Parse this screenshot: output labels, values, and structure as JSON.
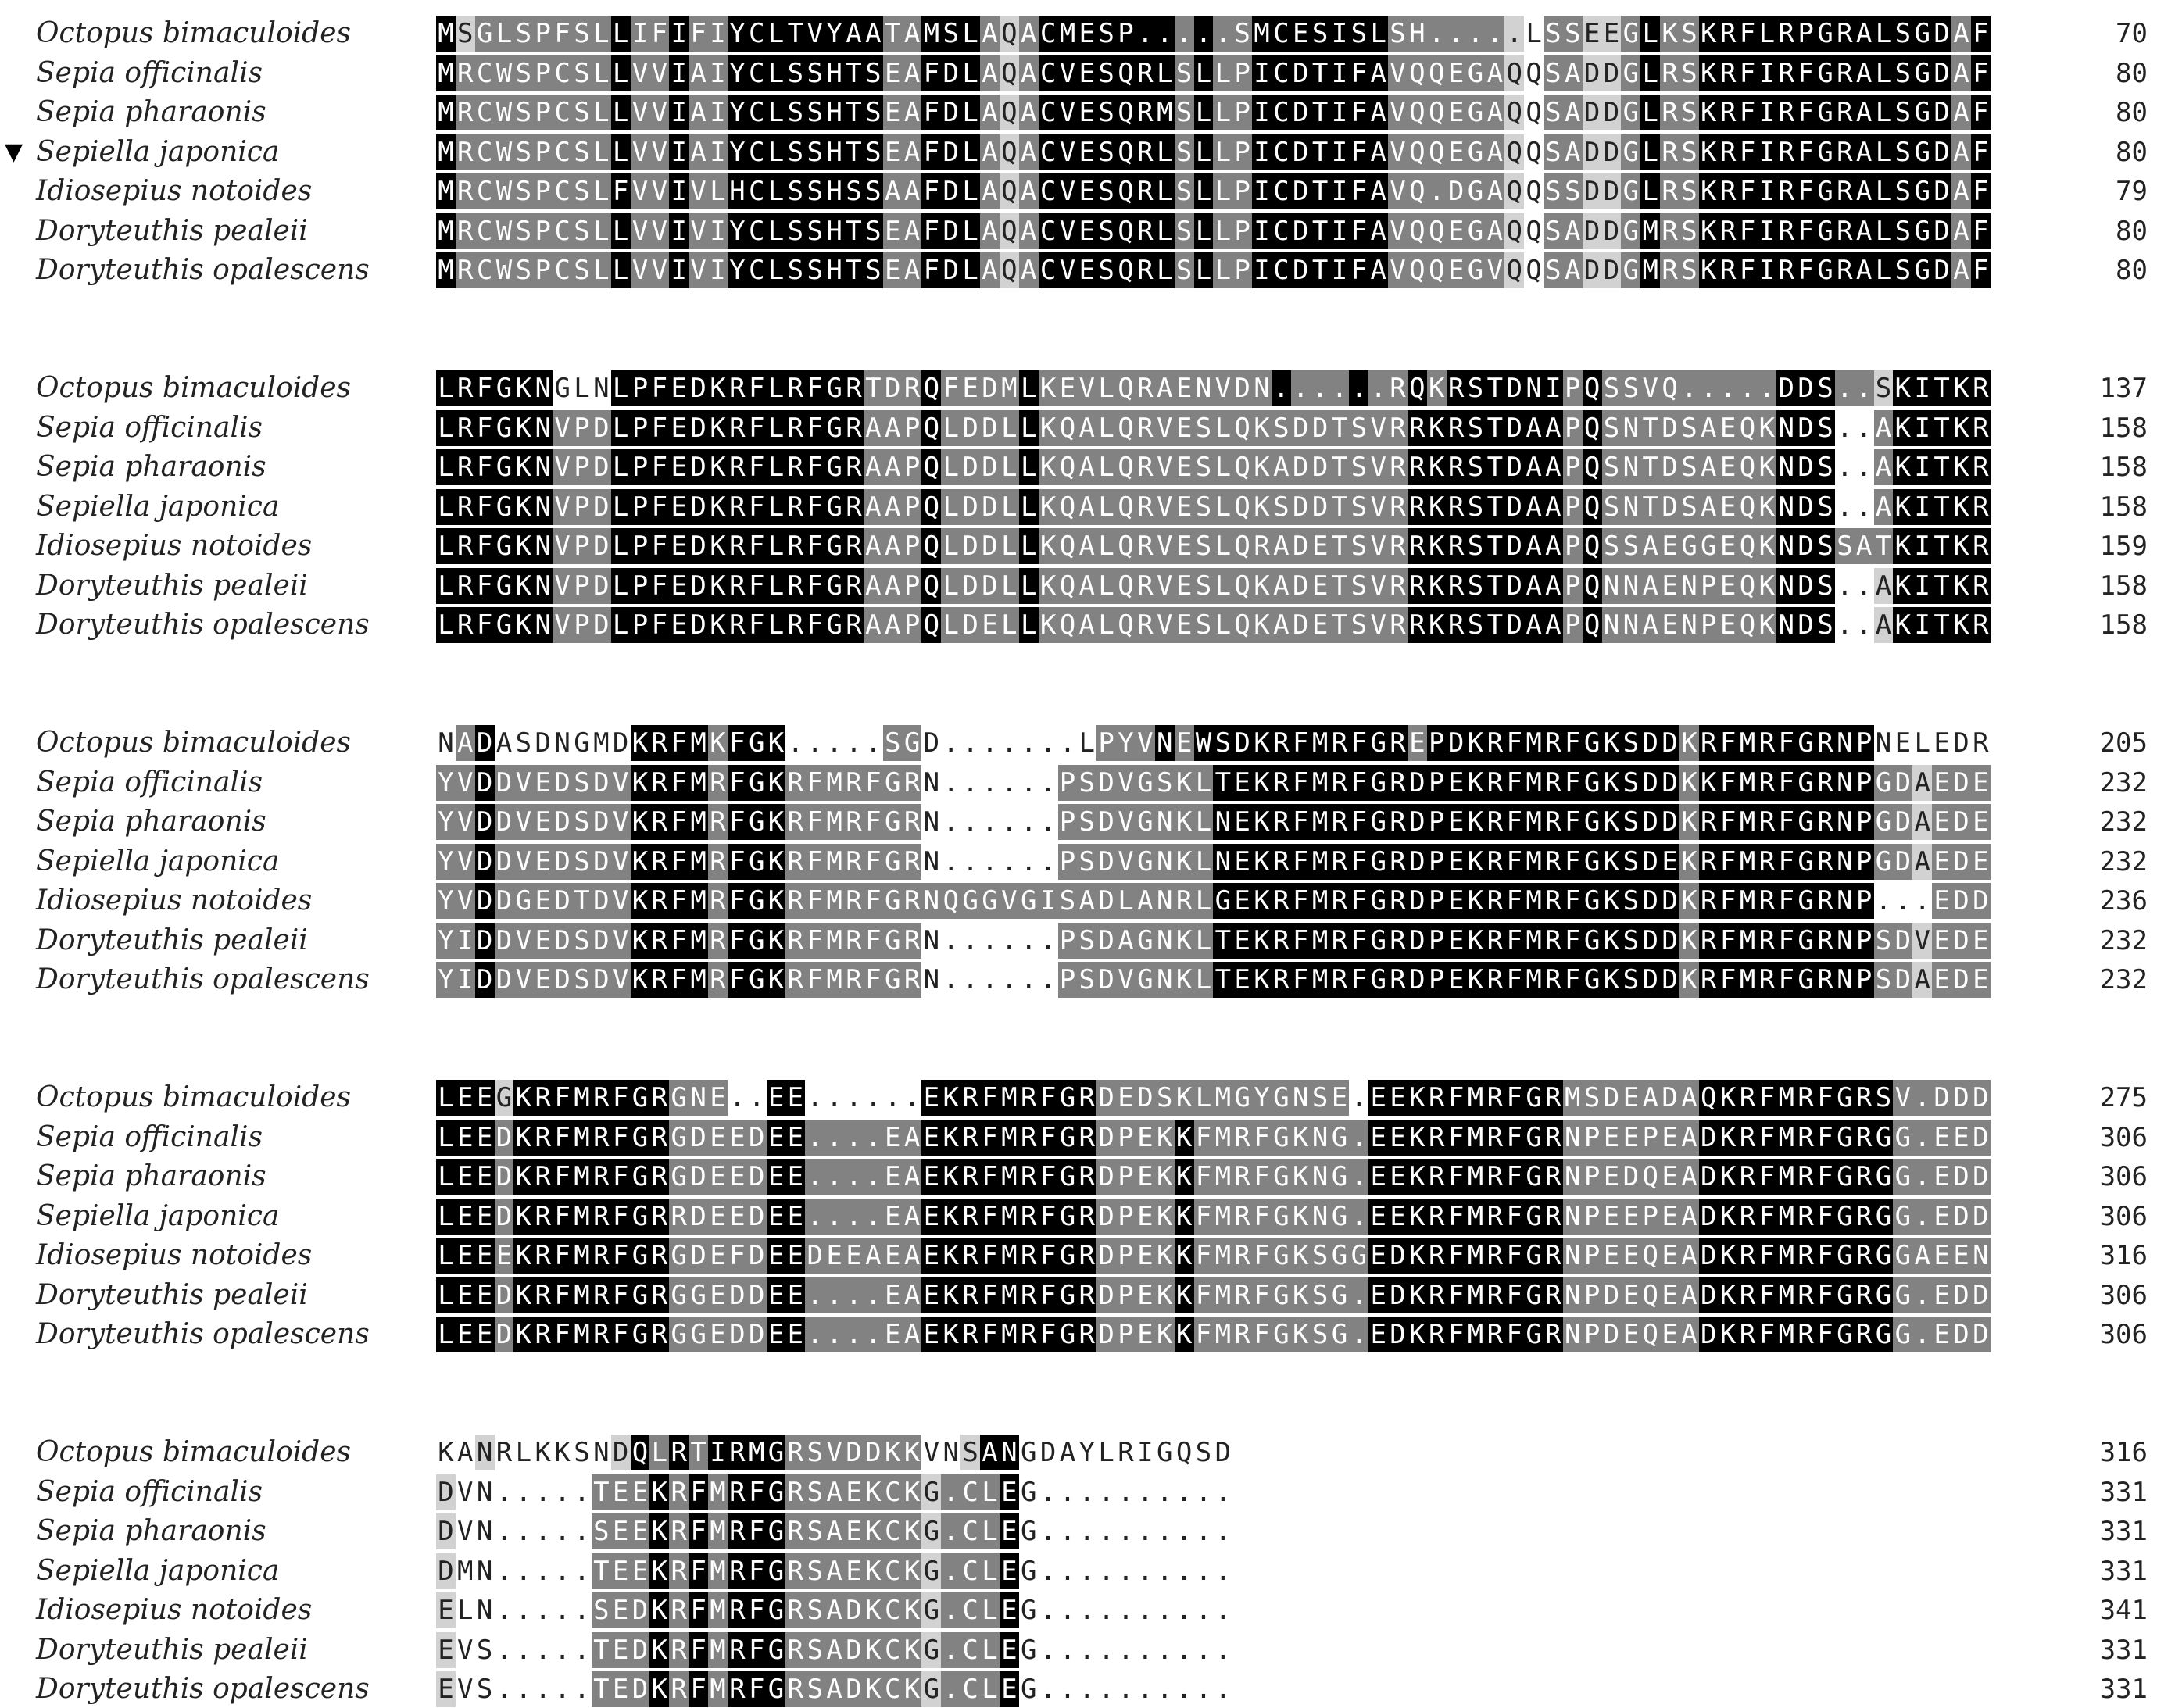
{
  "shading_colors": {
    "0": "#ffffff",
    "1": "#d2d2d2",
    "2": "#828282",
    "3": "#000000"
  },
  "selected_marker": "▼",
  "blocks": [
    {
      "rows": [
        {
          "name": "Octopus bimaculoides",
          "seq": "MSGLSPFSLLIFIFIYCLTVYAATAMSLAQACMESP.....SMCESISLSH.....LSSEEGLKSKRFLRPGRALSGDAF",
          "pos": "70"
        },
        {
          "name": "Sepia officinalis",
          "seq": "MRCWSPCSLLVVIAIYCLSSHTSEAFDLAQACVESQRLSLLPICDTIFAVQQEGAQQSADDGLRSKRFIRFGRALSGDAF",
          "pos": "80"
        },
        {
          "name": "Sepia pharaonis",
          "seq": "MRCWSPCSLLVVIAIYCLSSHTSEAFDLAQACVESQRMSLLPICDTIFAVQQEGAQQSADDGLRSKRFIRFGRALSGDAF",
          "pos": "80"
        },
        {
          "name": "Sepiella japonica",
          "seq": "MRCWSPCSLLVVIAIYCLSSHTSEAFDLAQACVESQRLSLLPICDTIFAVQQEGAQQSADDGLRSKRFIRFGRALSGDAF",
          "pos": "80",
          "selected": true
        },
        {
          "name": "Idiosepius notoides",
          "seq": "MRCWSPCSLFVVIVLHCLSSHSSAAFDLAQACVESQRLSLLPICDTIFAVQ.DGAQQSSDDGLRSKRFIRFGRALSGDAF",
          "pos": "79"
        },
        {
          "name": "Doryteuthis pealeii",
          "seq": "MRCWSPCSLLVVIVIYCLSSHTSEAFDLAQACVESQRLSLLPICDTIFAVQQEGAQQSADDGMRSKRFIRFGRALSGDAF",
          "pos": "80"
        },
        {
          "name": "Doryteuthis opalescens",
          "seq": "MRCWSPCSLLVVIVIYCLSSHTSEAFDLAQACVESQRLSLLPICDTIFAVQQEGVQQSADDGMRSKRFIRFGRALSGDAF",
          "pos": "80"
        }
      ],
      "shading": [
        "31222222232232233333333223332123333333232233333332222221022112322333333333333323",
        "32222222232232233333333223332123333333232233333332222221022112322333333333333323",
        "32222222232232233333333223332123333333232233333332222221022112322333333333333323",
        "32222222232232233333333223332123333333232233333332222221022112322333333333333323",
        "32222222232232233333333223332123333333232233333332222221022112322333333333333323",
        "32222222232232233333333223332123333333232233333332222221022112322333333333333323",
        "32222222232232233333333223332123333333232233333332222221022112322333333333333323"
      ]
    },
    {
      "rows": [
        {
          "name": "Octopus bimaculoides",
          "seq": "LRFGKNGLNLPFEDKRFLRFGRTDRQFEDMLKEVLQRAENVDN......RQKRSTDNIPQSSVQ.....DDS..SKITKR",
          "pos": "137"
        },
        {
          "name": "Sepia officinalis",
          "seq": "LRFGKNVPDLPFEDKRFLRFGRAAPQLDDLLKQALQRVESLQKSDDTSVRRKRSTDAAPQSNTDSAEQKNDS..AKITKR",
          "pos": "158"
        },
        {
          "name": "Sepia pharaonis",
          "seq": "LRFGKNVPDLPFEDKRFLRFGRAAPQLDDLLKQALQRVESLQKADDTSVRRKRSTDAAPQSNTDSAEQKNDS..AKITKR",
          "pos": "158"
        },
        {
          "name": "Sepiella japonica",
          "seq": "LRFGKNVPDLPFEDKRFLRFGRAAPQLDDLLKQALQRVESLQKSDDTSVRRKRSTDAAPQSNTDSAEQKNDS..AKITKR",
          "pos": "158"
        },
        {
          "name": "Idiosepius notoides",
          "seq": "LRFGKNVPDLPFEDKRFLRFGRAAPQLDDLLKQALQRVESLQRADETSVRRKRSTDAAPQSSAEGGEQKNDSSATKITKR",
          "pos": "159"
        },
        {
          "name": "Doryteuthis pealeii",
          "seq": "LRFGKNVPDLPFEDKRFLRFGRAAPQLDDLLKQALQRVESLQKADETSVRRKRSTDAAPQNNAENPEQKNDS..AKITKR",
          "pos": "158"
        },
        {
          "name": "Doryteuthis opalescens",
          "seq": "LRFGKNVPDLPFEDKRFLRFGRAAPQLDELLKQALQRVESLQKADETSVRRKRSTDAAPQNNAENPEQKNDS..AKITKR",
          "pos": "158"
        }
      ],
      "shading": [
        "33333300033333333333332223222232222222222223222322323333332322222222233322133333",
        "33333322233333333333332223222232222222222222222222333333332322222222233300233333",
        "33333322233333333333332223222232222222222222222222333333332322222222233300233333",
        "33333322233333333333332223222232222222222222222222333333332322222222233300233333",
        "33333322233333333333332223222232222222222222222222333333332322222222233322233333",
        "33333322233333333333332223222232222222222222222222333333332322222222233300133333",
        "33333322233333333333332223222232222222222222222222333333332322222222233300133333"
      ]
    },
    {
      "rows": [
        {
          "name": "Octopus bimaculoides",
          "seq": "NADASDNGMDKRFMKFGK.....SGD.......LPYVNEWSDKRFMRFGREPDKRFMRFGKSDDKRFMRFGRNPNELEDR",
          "pos": "205"
        },
        {
          "name": "Sepia officinalis",
          "seq": "YVDDVEDSDVKRFMRFGKRFMRFGRN......PSDVGSKLTEKRFMRFGRDPEKRFMRFGKSDDKKFMRFGRNPGDAEDE",
          "pos": "232"
        },
        {
          "name": "Sepia pharaonis",
          "seq": "YVDDVEDSDVKRFMRFGKRFMRFGRN......PSDVGNKLNEKRFMRFGRDPEKRFMRFGKSDDKRFMRFGRNPGDAEDE",
          "pos": "232"
        },
        {
          "name": "Sepiella japonica",
          "seq": "YVDDVEDSDVKRFMRFGKRFMRFGRN......PSDVGNKLNEKRFMRFGRDPEKRFMRFGKSDEKRFMRFGRNPGDAEDE",
          "pos": "232"
        },
        {
          "name": "Idiosepius notoides",
          "seq": "YVDDGEDTDVKRFMRFGKRFMRFGRNQGGVGISADLANRLGEKRFMRFGRDPEKRFMRFGKSDDKRFMRFGRNP...EDD",
          "pos": "236"
        },
        {
          "name": "Doryteuthis pealeii",
          "seq": "YIDDVEDSDVKRFMRFGKRFMRFGRN......PSDAGNKLTEKRFMRFGRDPEKRFMRFGKSDDKRFMRFGRNPSDVEDE",
          "pos": "232"
        },
        {
          "name": "Doryteuthis opalescens",
          "seq": "YIDDVEDSDVKRFMRFGKRFMRFGRN......PSDVGNKLTEKRFMRFGRDPEKRFMRFGKSDDKRFMRFGRNPSDAEDE",
          "pos": "232"
        }
      ],
      "shading": [
        "02300000003333233300000220000000002223233333333333233333333333332333333333000000",
        "22322222223333233322222220000000222222223333333333333333333333332333333333221222",
        "22322222223333233322222220000000222222223333333333333333333333332333333333221222",
        "22322222223333233322222220000000222222223333333333333333333333332333333333221222",
        "22322222223333233322222222222222222222223333333333333333333333332333333333000222",
        "22322222223333233322222220000000222222223333333333333333333333332333333333221222",
        "22322222223333233322222220000000222222223333333333333333333333332333333333221222"
      ]
    },
    {
      "rows": [
        {
          "name": "Octopus bimaculoides",
          "seq": "LEEGKRFMRFGRGNE..EE......EKRFMRFGRDEDSKLMGYGNSE.EEKRFMRFGRMSDEADAQKRFMRFGRSV.DDD",
          "pos": "275"
        },
        {
          "name": "Sepia officinalis",
          "seq": "LEEDKRFMRFGRGDEEDEE....EAEKRFMRFGRDPEKKFMRFGKNG.EEKRFMRFGRNPEEPEADKRFMRFGRGG.EED",
          "pos": "306"
        },
        {
          "name": "Sepia pharaonis",
          "seq": "LEEDKRFMRFGRGDEEDEE....EAEKRFMRFGRDPEKKFMRFGKNG.EEKRFMRFGRNPEDQEADKRFMRFGRGG.EDD",
          "pos": "306"
        },
        {
          "name": "Sepiella japonica",
          "seq": "LEEDKRFMRFGRRDEEDEE....EAEKRFMRFGRDPEKKFMRFGKNG.EEKRFMRFGRNPEEPEADKRFMRFGRGG.EDD",
          "pos": "306"
        },
        {
          "name": "Idiosepius notoides",
          "seq": "LEEEKRFMRFGRGDEFDEEDEEAEAEKRFMRFGRDPEKKFMRFGKSGGEDKRFMRFGRNPEEQEADKRFMRFGRGGAEEN",
          "pos": "316"
        },
        {
          "name": "Doryteuthis pealeii",
          "seq": "LEEDKRFMRFGRGGEDDEE....EAEKRFMRFGRDPEKKFMRFGKSG.EDKRFMRFGRNPDEQEADKRFMRFGRGG.EDD",
          "pos": "306"
        },
        {
          "name": "Doryteuthis opalescens",
          "seq": "LEEDKRFMRFGRGGEDDEE....EAEKRFMRFGRDPEKKFMRFGKSG.EDKRFMRFGRNPDEQEADKRFMRFGRGG.EDD",
          "pos": "306"
        }
      ],
      "shading": [
        "33313333333322200330000003333333332222222222222033333333332222222333333333322222",
        "33323333333322222332222223333333332222322222222233333333332222222333333333322222",
        "33323333333322222332222223333333332222322222222233333333332222222333333333322222",
        "33323333333322222332222223333333332222322222222233333333332222222333333333322222",
        "33323333333322222332222223333333332222322222222233333333332222222333333333322222",
        "33323333333322222332222223333333332222322222222233333333332222222333333333322222",
        "33323333333322222332222223333333332222322222222233333333332222222333333333322222"
      ]
    },
    {
      "rows": [
        {
          "name": "Octopus bimaculoides",
          "seq": "KANRLKKSNDQLRTIRMGRSVDDKKVNSANGDAYLRIGQSD",
          "pos": "316"
        },
        {
          "name": "Sepia officinalis",
          "seq": "DVN.....TEEKRFMRFGRSAEKCKG.CLEG..........",
          "pos": "331"
        },
        {
          "name": "Sepia pharaonis",
          "seq": "DVN.....SEEKRFMRFGRSAEKCKG.CLEG..........",
          "pos": "331"
        },
        {
          "name": "Sepiella japonica",
          "seq": "DMN.....TEEKRFMRFGRSAEKCKG.CLEG..........",
          "pos": "331"
        },
        {
          "name": "Idiosepius notoides",
          "seq": "ELN.....SEDKRFMRFGRSADKCKG.CLEG..........",
          "pos": "341"
        },
        {
          "name": "Doryteuthis pealeii",
          "seq": "EVS.....TEDKRFMRFGRSADKCKG.CLEG..........",
          "pos": "331"
        },
        {
          "name": "Doryteuthis opalescens",
          "seq": "EVS.....TEDKRFMRFGRSADKCKG.CLEG..........",
          "pos": "331"
        }
      ],
      "shading": [
        "00100000013232333322222220013300000000000",
        "10000000222323233322222221222300000000000",
        "10000000222323233322222221222300000000000",
        "10000000222323233322222221222300000000000",
        "10000000222323233322222221222300000000000",
        "10000000222323233322222221222300000000000",
        "10000000222323233322222221222300000000000"
      ]
    }
  ]
}
